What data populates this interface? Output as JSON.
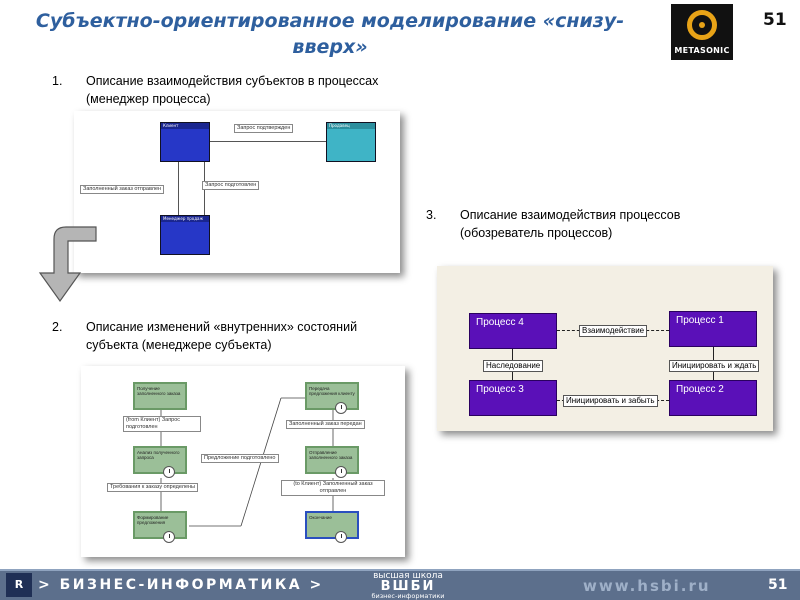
{
  "header": {
    "title": "Субъектно-ориентированное моделирование «снизу-вверх»",
    "page_number": "51",
    "logo_text": "METASONIC"
  },
  "items": [
    {
      "number": "1.",
      "text": "Описание взаимодействия субъектов в процессах (менеджер процесса)"
    },
    {
      "number": "2.",
      "text": "Описание изменений «внутренних» состояний субъекта (менеджере субъекта)"
    },
    {
      "number": "3.",
      "text": "Описание взаимодействия процессов (обозреватель процессов)"
    }
  ],
  "diagram1": {
    "box_a": "Клиент",
    "box_b": "Продавец",
    "box_c": "Менеджер продаж",
    "label_top": "Запрос подтвержден",
    "label_left": "Заполненный заказ отправлен",
    "label_mid": "Запрос подготовлен"
  },
  "diagram2": {
    "boxes": [
      "Получение заполненного заказа",
      "Анализ полученного запроса",
      "Формирование предложения",
      "Передача предложения клиенту",
      "Отправление заполненного заказа",
      "Окончание"
    ],
    "labels": [
      "(from Клиент) Запрос подготовлен",
      "Требования к заказу определены",
      "Предложение подготовлено",
      "Заполненный заказ передан",
      "(to Клиент) Заполненный заказ отправлен"
    ]
  },
  "diagram3": {
    "process4": "Процесс 4",
    "process1": "Процесс 1",
    "process3": "Процесс 3",
    "process2": "Процесс 2",
    "interaction": "Взаимодействие",
    "inheritance": "Наследование",
    "initiate_wait": "Инициировать и ждать",
    "initiate_forget": "Инициировать и забыть"
  },
  "footer": {
    "logo_letter": "R",
    "slogan": "> БИЗНЕС-ИНФОРМАТИКА >",
    "school_line1": "высшая школа",
    "school_line2": "ВШБИ",
    "school_line3": "бизнес-информатики",
    "url": "www.hsbi.ru",
    "page_number": "51"
  }
}
